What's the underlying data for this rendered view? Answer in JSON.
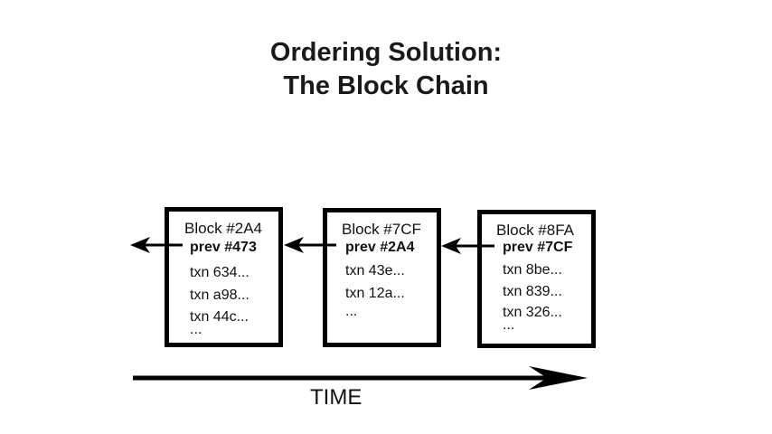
{
  "title": {
    "line1": "Ordering Solution:",
    "line2": "The Block Chain"
  },
  "blocks": [
    {
      "name": "Block #2A4",
      "prev": "prev #473",
      "txns": [
        "txn 634...",
        "txn a98...",
        "txn 44c..."
      ],
      "more": "..."
    },
    {
      "name": "Block #7CF",
      "prev": "prev #2A4",
      "txns": [
        "txn 43e...",
        "txn 12a..."
      ],
      "more": "..."
    },
    {
      "name": "Block #8FA",
      "prev": "prev #7CF",
      "txns": [
        "txn 8be...",
        "txn 839...",
        "txn 326..."
      ],
      "more": "..."
    }
  ],
  "time_axis": {
    "label": "TIME",
    "direction": "left-to-right"
  },
  "colors": {
    "ink": "#000000",
    "background": "#ffffff"
  }
}
